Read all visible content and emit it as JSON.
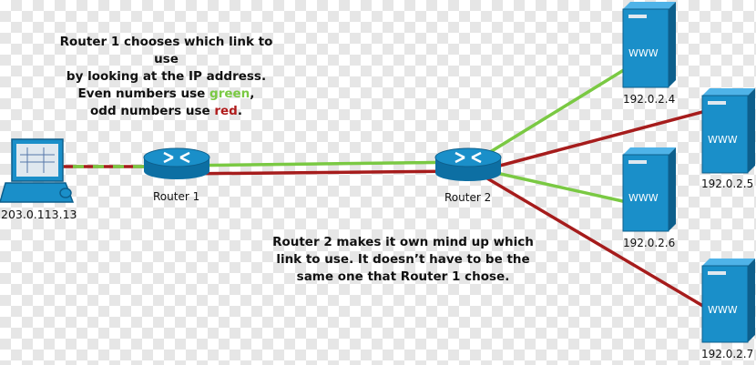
{
  "top_note": {
    "line1": "Router 1 chooses which link to use",
    "line2": "by looking at the IP address.",
    "line3_pre": "Even numbers use ",
    "line3_word": "green",
    "line3_post": ",",
    "line4_pre": "odd numbers use ",
    "line4_word": "red",
    "line4_post": "."
  },
  "bottom_note": {
    "line1": "Router 2 makes it own mind up which",
    "line2": "link to use. It doesn’t have to be the",
    "line3": "same one that Router 1 chose."
  },
  "client": {
    "ip": "203.0.113.13"
  },
  "routers": [
    {
      "label": "Router 1"
    },
    {
      "label": "Router 2"
    }
  ],
  "servers": [
    {
      "label": "WWW",
      "ip": "192.0.2.4",
      "link": "green"
    },
    {
      "label": "WWW",
      "ip": "192.0.2.5",
      "link": "red"
    },
    {
      "label": "WWW",
      "ip": "192.0.2.6",
      "link": "green"
    },
    {
      "label": "WWW",
      "ip": "192.0.2.7",
      "link": "red"
    }
  ],
  "colors": {
    "green": "#7ac943",
    "red": "#a61c1c",
    "router": "#1a8fc9",
    "server": "#1a8fc9",
    "server_dark": "#0d5f8c"
  }
}
